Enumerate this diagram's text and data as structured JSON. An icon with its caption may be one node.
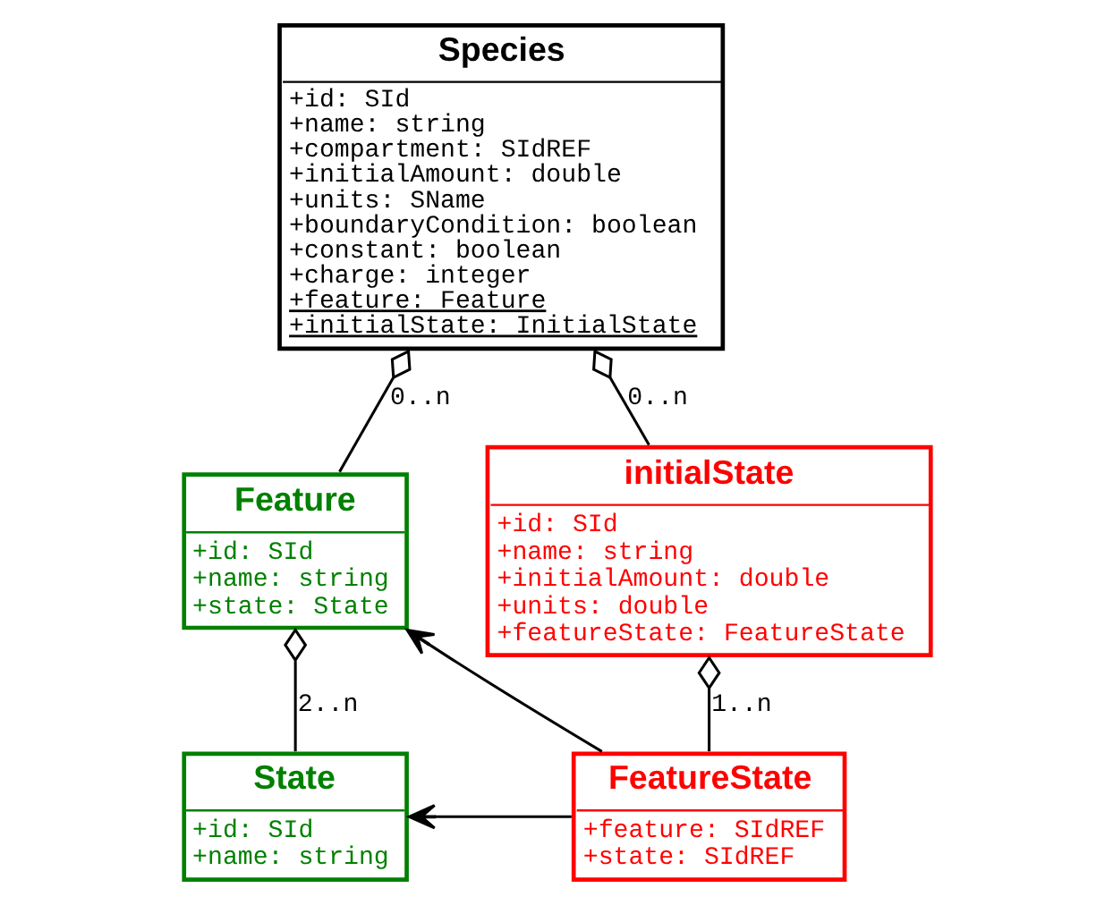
{
  "diagram": {
    "nodes": [
      {
        "text": [
          "Species",
          "+id: SId",
          "+name: string",
          "+compartment: SIdREF",
          "+initialAmount: double",
          "+units: SName",
          "+boundaryCondition: boolean",
          "+constant: boolean",
          "+charge: integer",
          "+feature: Feature",
          "+initialState: InitialState"
        ]
      },
      {
        "text": [
          "Feature",
          "+id: SId",
          "+name: string",
          "+state: State"
        ]
      },
      {
        "text": [
          "initialState",
          "+id: SId",
          "+name: string",
          "+initialAmount: double",
          "+units: double",
          "+featureState: FeatureState"
        ]
      },
      {
        "text": [
          "State",
          "+id: SId",
          "+name: string"
        ]
      },
      {
        "text": [
          "FeatureState",
          "+feature: SIdREF",
          "+state: SIdREF"
        ]
      }
    ],
    "edges": [
      {
        "from": 1,
        "to": 0,
        "arrow": "other",
        "label": "0..n"
      },
      {
        "from": 2,
        "to": 0,
        "arrow": "other",
        "label": "0..n"
      },
      {
        "from": 3,
        "to": 1,
        "arrow": "other",
        "label": "2..n"
      },
      {
        "from": 4,
        "to": 2,
        "arrow": "other",
        "label": "1..n"
      },
      {
        "from": 4,
        "to": 1,
        "arrow": "to"
      },
      {
        "from": 4,
        "to": 3,
        "arrow": "to"
      }
    ]
  }
}
